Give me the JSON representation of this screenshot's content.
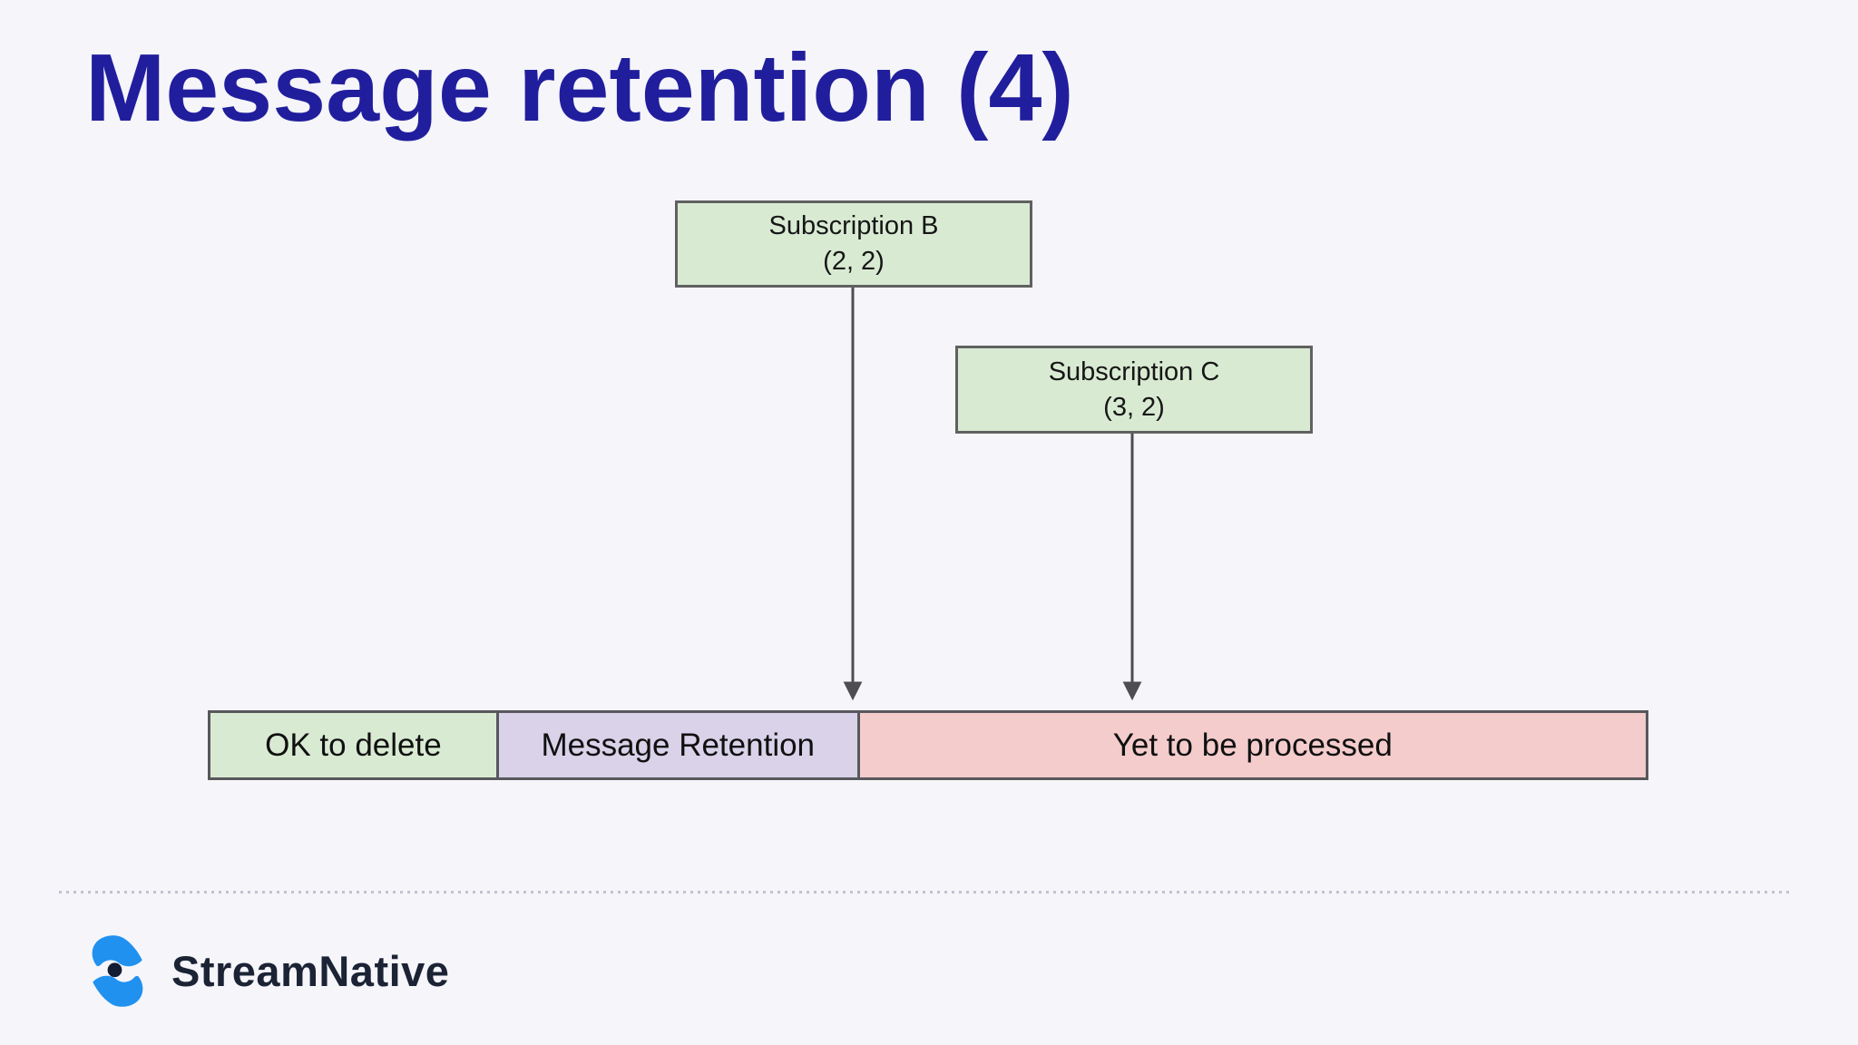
{
  "slide": {
    "title": "Message retention (4)",
    "background_color": "#f5f5fa",
    "title_color": "#211e9d"
  },
  "diagram": {
    "boxes": [
      {
        "id": "subscription-b",
        "label": "Subscription B",
        "value": "(2, 2)",
        "fill": "#d9ead3",
        "border_color": "#616161"
      },
      {
        "id": "subscription-c",
        "label": "Subscription C",
        "value": "(3, 2)",
        "fill": "#d9ead3",
        "border_color": "#616161"
      }
    ],
    "arrows": [
      {
        "from": "subscription-b",
        "points_to": "retention-bar"
      },
      {
        "from": "subscription-c",
        "points_to": "retention-bar"
      }
    ],
    "arrow_color": "#4d4d52",
    "bar": {
      "border_color": "#58585c",
      "segments": [
        {
          "label": "OK to delete",
          "fill": "#d9ead3"
        },
        {
          "label": "Message Retention",
          "fill": "#d9d2e9"
        },
        {
          "label": "Yet to be processed",
          "fill": "#f4cccc"
        }
      ]
    }
  },
  "footer": {
    "brand": "StreamNative",
    "logo_blue": "#2191f0",
    "logo_dot_color": "#131c33",
    "brand_text_color": "#1b2335"
  }
}
